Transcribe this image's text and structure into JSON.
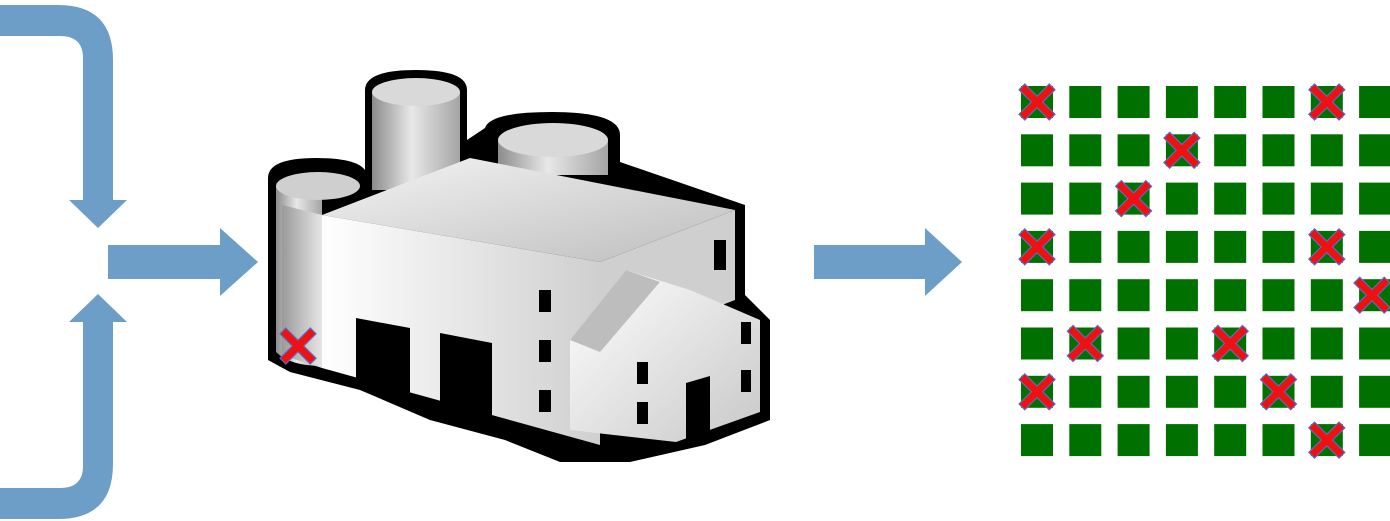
{
  "colors": {
    "arrow": "#6c9ec7",
    "good": "#007000",
    "defect": "#ee1111",
    "defect_outline": "#5a6cc4",
    "factory_outline": "#000000",
    "factory_body_light": "#ffffff",
    "factory_body_mid": "#d4d4d4",
    "factory_body_dark": "#8a8a8a",
    "door": "#000000"
  },
  "icons": {
    "input_arrow_top": "curved-down-arrow-icon",
    "input_arrow_bottom": "curved-up-arrow-icon",
    "merge_arrow": "right-arrow-icon",
    "factory": "factory-icon",
    "output_arrow": "right-arrow-icon",
    "good_unit": "green-square-icon",
    "defect_mark": "red-x-icon"
  },
  "factory": {
    "defect_count": 1
  },
  "output_grid": {
    "rows": 8,
    "cols": 8,
    "defects": [
      [
        0,
        0
      ],
      [
        0,
        6
      ],
      [
        1,
        3
      ],
      [
        2,
        2
      ],
      [
        3,
        0
      ],
      [
        3,
        6
      ],
      [
        4,
        7
      ],
      [
        5,
        1
      ],
      [
        5,
        4
      ],
      [
        6,
        0
      ],
      [
        6,
        5
      ],
      [
        7,
        6
      ]
    ]
  }
}
